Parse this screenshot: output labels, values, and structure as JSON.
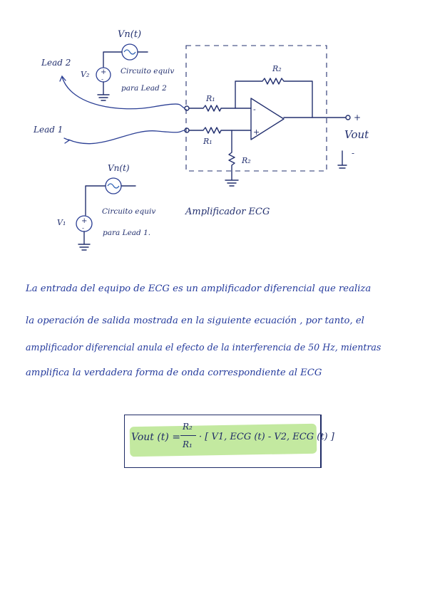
{
  "circuit": {
    "vn_top": "Vn(t)",
    "vn_bottom": "Vn(t)",
    "lead2": "Lead 2",
    "lead1": "Lead 1",
    "v2": "V₂",
    "v1": "V₁",
    "equiv2_line1": "Circuito equiv",
    "equiv2_line2": "para Lead 2",
    "equiv1_line1": "Circuito equiv",
    "equiv1_line2": "para Lead 1.",
    "r1_top": "R₁",
    "r1_bottom": "R₁",
    "r2_top": "R₂",
    "r2_bottom": "R₂",
    "vout": "Vout",
    "plus_out": "+",
    "minus_out": "-",
    "minus_in": "-",
    "plus_in": "+",
    "amp_label": "Amplificador ECG"
  },
  "paragraph": {
    "line1": "La entrada del equipo de ECG es un amplificador diferencial que realiza",
    "line2": "la operación de salida mostrada en la siguiente ecuación , por tanto, el",
    "line3": "amplificador diferencial anula el efecto de la interferencia de 50 Hz, mientras",
    "line4": "amplifica la verdadera forma de onda correspondiente al ECG"
  },
  "equation": {
    "lhs": "Vout (t) =",
    "num": "R₂",
    "den": "R₁",
    "rhs": "· [ V1, ECG (t) - V2, ECG (t) ]"
  },
  "colors": {
    "ink": "#23306f",
    "handwriting": "#243a9c",
    "highlight": "#b9e58f"
  }
}
